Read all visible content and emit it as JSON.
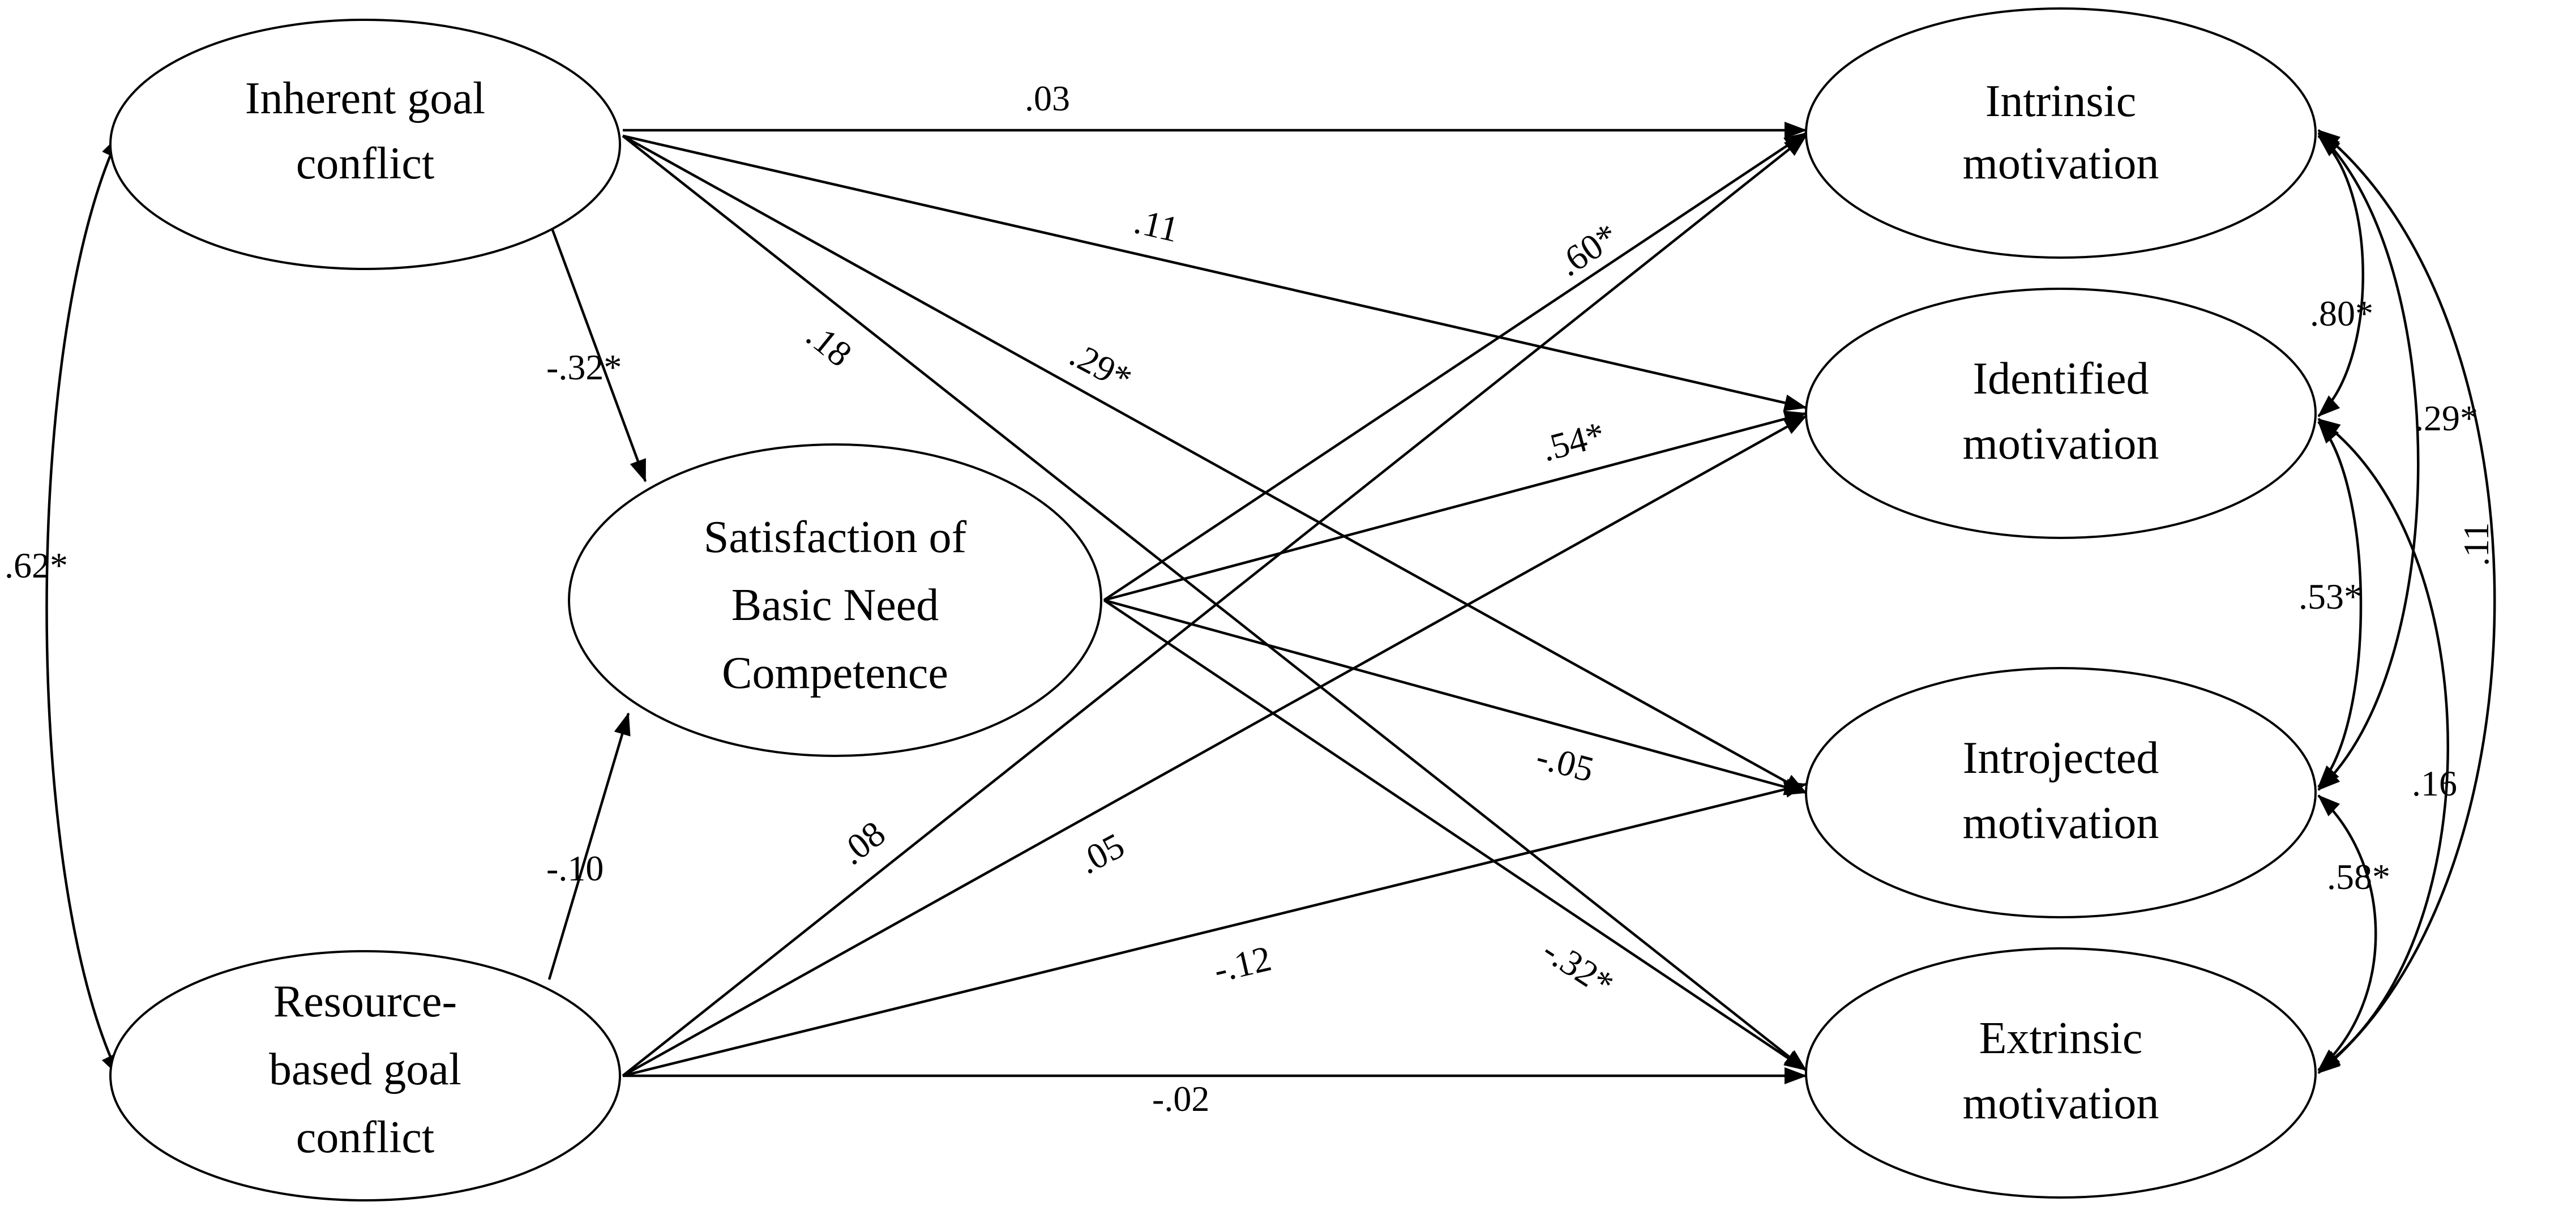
{
  "nodes": {
    "inherent": [
      "Inherent goal",
      "conflict"
    ],
    "resource": [
      "Resource-",
      "based goal",
      "conflict"
    ],
    "satisfaction": [
      "Satisfaction of",
      "Basic Need",
      "Competence"
    ],
    "intrinsic": [
      "Intrinsic",
      "motivation"
    ],
    "identified": [
      "Identified",
      "motivation"
    ],
    "introjected": [
      "Introjected",
      "motivation"
    ],
    "extrinsic": [
      "Extrinsic",
      "motivation"
    ]
  },
  "coefficients": {
    "inherent_resource": ".62*",
    "inherent_satisfaction": "-.32*",
    "resource_satisfaction": "-.10",
    "inherent_intrinsic": ".03",
    "inherent_identified": ".11",
    "inherent_introjected": ".29*",
    "inherent_extrinsic": ".18",
    "satisfaction_intrinsic": ".60*",
    "satisfaction_identified": ".54*",
    "satisfaction_introjected": "-.05",
    "satisfaction_extrinsic": "-.32*",
    "resource_intrinsic": ".08",
    "resource_identified": ".05",
    "resource_introjected": "-.12",
    "resource_extrinsic": "-.02",
    "intrinsic_identified": ".80*",
    "intrinsic_introjected": ".29*",
    "intrinsic_extrinsic": ".11",
    "identified_introjected": ".53*",
    "identified_extrinsic": ".16",
    "introjected_extrinsic": ".58*"
  }
}
